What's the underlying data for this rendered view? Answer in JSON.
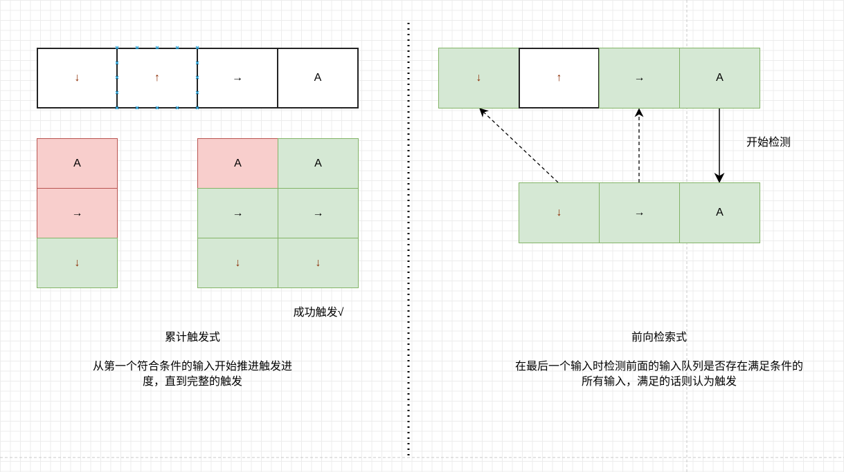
{
  "left": {
    "top_row": [
      "↓",
      "↑",
      "→",
      "A"
    ],
    "stack_a": [
      "A",
      "→",
      "↓"
    ],
    "grid_b": [
      [
        "A",
        "A"
      ],
      [
        "→",
        "→"
      ],
      [
        "↓",
        "↓"
      ]
    ],
    "success_label": "成功触发√",
    "title": "累计触发式",
    "desc_line1": "从第一个符合条件的输入开始推进触发进",
    "desc_line2": "度，直到完整的触发"
  },
  "right": {
    "top_row": [
      "↓",
      "↑",
      "→",
      "A"
    ],
    "bottom_row": [
      "↓",
      "→",
      "A"
    ],
    "arrow_label": "开始检测",
    "title": "前向检索式",
    "desc_line1": "在最后一个输入时检测前面的输入队列是否存在满足条件的",
    "desc_line2": "所有输入，满足的话则认为触发"
  },
  "colors": {
    "green_fill": "#d5e8d4",
    "green_stroke": "#82b366",
    "red_fill": "#f8cecc",
    "red_stroke": "#b85450"
  }
}
